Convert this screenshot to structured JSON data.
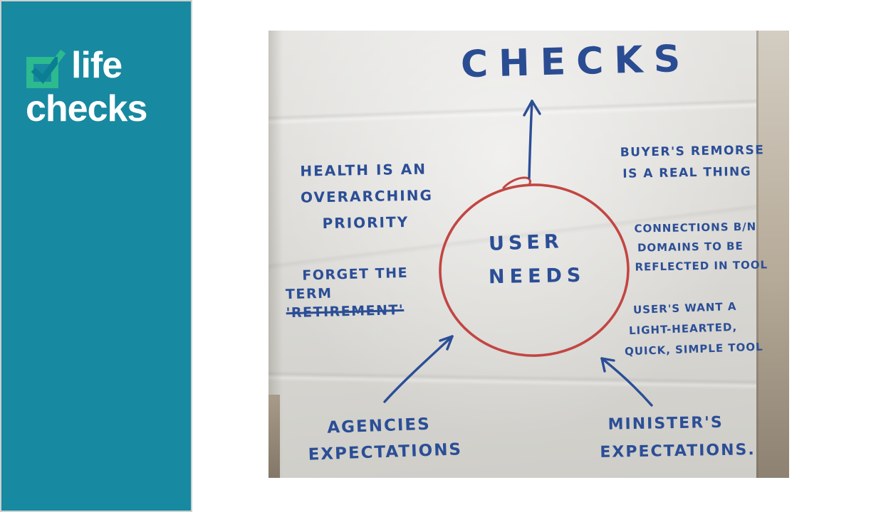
{
  "colors": {
    "sidebar_teal": "#1789a0",
    "logo_green": "#2cba8e",
    "logo_check_teal": "#0c7e93",
    "marker_blue": "#2b4e96",
    "circle_red": "#c24643",
    "paper_grey": "#dbdad6",
    "wall_beige": "#b6aa98"
  },
  "sidebar": {
    "logo_line1": "life",
    "logo_line2": "checks",
    "logo_icon": "checkbox-check-icon"
  },
  "photo": {
    "title": "CHECKS",
    "center": {
      "line1": "USER",
      "line2": "NEEDS"
    },
    "notes": {
      "health": {
        "line1": "HEALTH IS AN",
        "line2": "OVERARCHING",
        "line3": "PRIORITY"
      },
      "forget": {
        "line1": "FORGET THE",
        "line2_prefix": "TERM",
        "line2_struck": "'RETIREMENT'"
      },
      "buyers": {
        "line1": "BUYER'S REMORSE",
        "line2": "IS A REAL THING"
      },
      "connections": {
        "line1": "CONNECTIONS B/N",
        "line2": "DOMAINS TO BE",
        "line3": "REFLECTED IN TOOL"
      },
      "users": {
        "line1": "USER'S WANT A",
        "line2": "LIGHT-HEARTED,",
        "line3": "QUICK, SIMPLE TOOL"
      },
      "agencies": {
        "line1": "AGENCIES",
        "line2": "EXPECTATIONS"
      },
      "ministers": {
        "line1": "MINISTER'S",
        "line2": "EXPECTATIONS."
      }
    }
  }
}
